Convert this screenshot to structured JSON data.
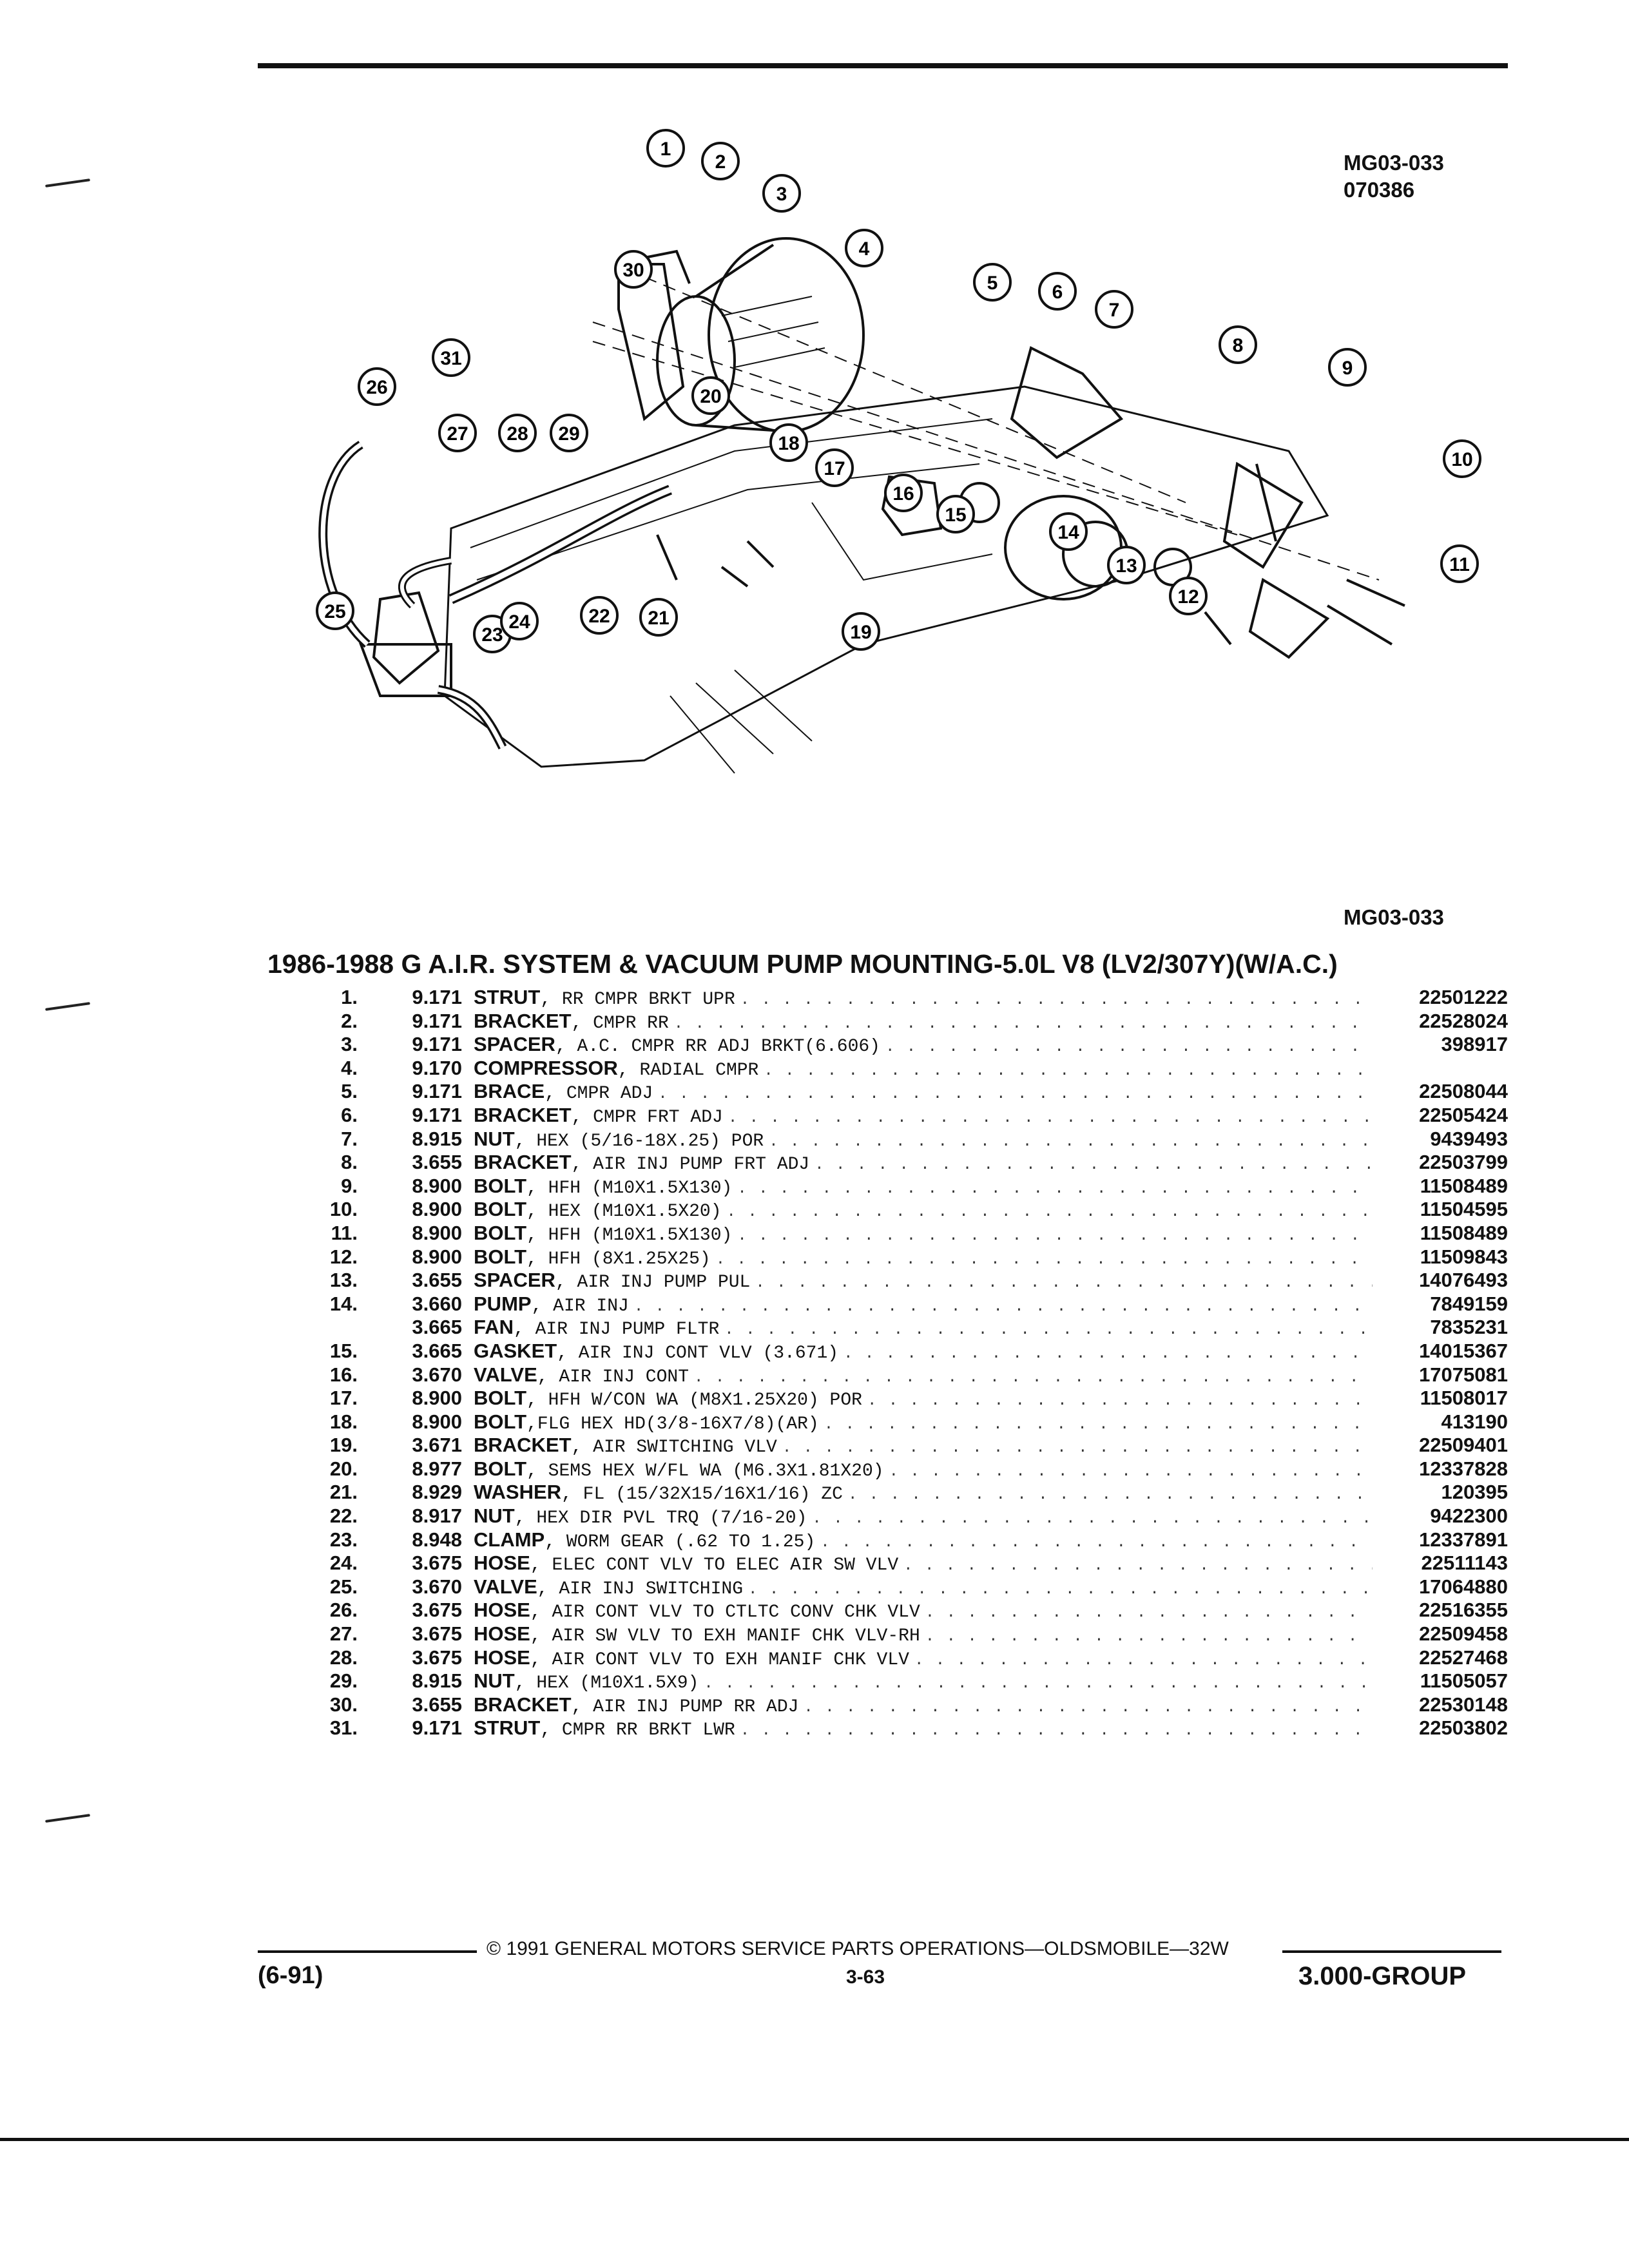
{
  "diagram": {
    "code": "MG03-033",
    "date_code": "070386",
    "callouts": [
      "1",
      "2",
      "3",
      "4",
      "5",
      "6",
      "7",
      "8",
      "9",
      "10",
      "11",
      "12",
      "13",
      "14",
      "15",
      "16",
      "17",
      "18",
      "19",
      "20",
      "21",
      "22",
      "23",
      "24",
      "25",
      "26",
      "27",
      "28",
      "29",
      "30",
      "31"
    ]
  },
  "figure_code": "MG03-033",
  "title": "1986-1988 G A.I.R. SYSTEM & VACUUM PUMP MOUNTING-5.0L V8 (LV2/307Y)(W/A.C.)",
  "parts": [
    {
      "num": "1.",
      "group": "9.171",
      "name": "STRUT",
      "desc": ", RR CMPR BRKT UPR",
      "pn": "22501222"
    },
    {
      "num": "2.",
      "group": "9.171",
      "name": "BRACKET",
      "desc": ", CMPR RR",
      "pn": "22528024"
    },
    {
      "num": "3.",
      "group": "9.171",
      "name": "SPACER",
      "desc": ", A.C. CMPR RR ADJ BRKT(6.606)",
      "pn": "398917"
    },
    {
      "num": "4.",
      "group": "9.170",
      "name": "COMPRESSOR",
      "desc": ", RADIAL CMPR",
      "pn": ""
    },
    {
      "num": "5.",
      "group": "9.171",
      "name": "BRACE",
      "desc": ", CMPR ADJ",
      "pn": "22508044"
    },
    {
      "num": "6.",
      "group": "9.171",
      "name": "BRACKET",
      "desc": ", CMPR FRT ADJ",
      "pn": "22505424"
    },
    {
      "num": "7.",
      "group": "8.915",
      "name": "NUT",
      "desc": ", HEX (5/16-18X.25) POR",
      "pn": "9439493"
    },
    {
      "num": "8.",
      "group": "3.655",
      "name": "BRACKET",
      "desc": ", AIR INJ PUMP FRT ADJ",
      "pn": "22503799"
    },
    {
      "num": "9.",
      "group": "8.900",
      "name": "BOLT",
      "desc": ", HFH (M10X1.5X130)",
      "pn": "11508489"
    },
    {
      "num": "10.",
      "group": "8.900",
      "name": "BOLT",
      "desc": ", HEX (M10X1.5X20)",
      "pn": "11504595"
    },
    {
      "num": "11.",
      "group": "8.900",
      "name": "BOLT",
      "desc": ", HFH (M10X1.5X130)",
      "pn": "11508489"
    },
    {
      "num": "12.",
      "group": "8.900",
      "name": "BOLT",
      "desc": ", HFH (8X1.25X25)",
      "pn": "11509843"
    },
    {
      "num": "13.",
      "group": "3.655",
      "name": "SPACER",
      "desc": ", AIR INJ PUMP PUL",
      "pn": "14076493"
    },
    {
      "num": "14.",
      "group": "3.660",
      "name": "PUMP",
      "desc": ", AIR INJ",
      "pn": "7849159"
    },
    {
      "num": "",
      "group": "3.665",
      "name": "FAN",
      "desc": ", AIR INJ PUMP FLTR",
      "pn": "7835231"
    },
    {
      "num": "15.",
      "group": "3.665",
      "name": "GASKET",
      "desc": ", AIR INJ CONT VLV (3.671)",
      "pn": "14015367"
    },
    {
      "num": "16.",
      "group": "3.670",
      "name": "VALVE",
      "desc": ", AIR INJ CONT",
      "pn": "17075081"
    },
    {
      "num": "17.",
      "group": "8.900",
      "name": "BOLT",
      "desc": ", HFH W/CON WA (M8X1.25X20) POR",
      "pn": "11508017"
    },
    {
      "num": "18.",
      "group": "8.900",
      "name": "BOLT",
      "desc": ",FLG HEX HD(3/8-16X7/8)(AR)",
      "pn": "413190"
    },
    {
      "num": "19.",
      "group": "3.671",
      "name": "BRACKET",
      "desc": ", AIR SWITCHING VLV",
      "pn": "22509401"
    },
    {
      "num": "20.",
      "group": "8.977",
      "name": "BOLT",
      "desc": ", SEMS HEX W/FL WA (M6.3X1.81X20)",
      "pn": "12337828"
    },
    {
      "num": "21.",
      "group": "8.929",
      "name": "WASHER",
      "desc": ", FL (15/32X15/16X1/16) ZC",
      "pn": "120395"
    },
    {
      "num": "22.",
      "group": "8.917",
      "name": "NUT",
      "desc": ", HEX DIR PVL TRQ (7/16-20)",
      "pn": "9422300"
    },
    {
      "num": "23.",
      "group": "8.948",
      "name": "CLAMP",
      "desc": ", WORM GEAR (.62 TO 1.25)",
      "pn": "12337891"
    },
    {
      "num": "24.",
      "group": "3.675",
      "name": "HOSE",
      "desc": ", ELEC CONT VLV TO ELEC AIR SW VLV",
      "pn": "22511143"
    },
    {
      "num": "25.",
      "group": "3.670",
      "name": "VALVE",
      "desc": ", AIR INJ SWITCHING",
      "pn": "17064880"
    },
    {
      "num": "26.",
      "group": "3.675",
      "name": "HOSE",
      "desc": ", AIR CONT VLV TO CTLTC CONV CHK VLV",
      "pn": "22516355"
    },
    {
      "num": "27.",
      "group": "3.675",
      "name": "HOSE",
      "desc": ", AIR SW VLV TO EXH MANIF CHK VLV-RH",
      "pn": "22509458"
    },
    {
      "num": "28.",
      "group": "3.675",
      "name": "HOSE",
      "desc": ", AIR CONT VLV TO EXH MANIF CHK VLV",
      "pn": "22527468"
    },
    {
      "num": "29.",
      "group": "8.915",
      "name": "NUT",
      "desc": ", HEX (M10X1.5X9)",
      "pn": "11505057"
    },
    {
      "num": "30.",
      "group": "3.655",
      "name": "BRACKET",
      "desc": ", AIR INJ PUMP RR ADJ",
      "pn": "22530148"
    },
    {
      "num": "31.",
      "group": "9.171",
      "name": "STRUT",
      "desc": ", CMPR RR BRKT LWR",
      "pn": "22503802"
    }
  ],
  "footer": {
    "copyright": "© 1991 GENERAL MOTORS SERVICE PARTS OPERATIONS—OLDSMOBILE—32W",
    "date": "(6-91)",
    "page": "3-63",
    "group": "3.000-GROUP"
  }
}
